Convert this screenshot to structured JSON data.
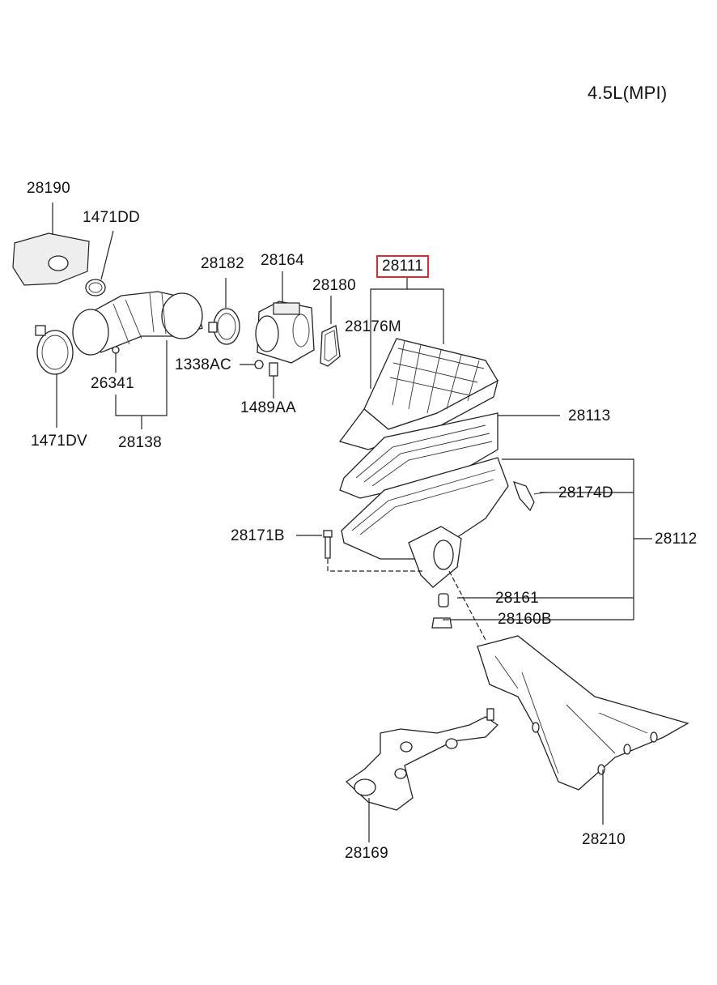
{
  "engine_label": "4.5L(MPI)",
  "highlighted_part": "28111",
  "highlight_color": "#e0282e",
  "parts": {
    "p28190": "28190",
    "p1471DD": "1471DD",
    "p28182": "28182",
    "p28164": "28164",
    "p28111": "28111",
    "p28180": "28180",
    "p28176M": "28176M",
    "p1338AC": "1338AC",
    "p26341": "26341",
    "p1489AA": "1489AA",
    "p1471DV": "1471DV",
    "p28138": "28138",
    "p28113": "28113",
    "p28174D": "28174D",
    "p28171B": "28171B",
    "p28112": "28112",
    "p28161": "28161",
    "p28160B": "28160B",
    "p28210": "28210",
    "p28169": "28169"
  }
}
